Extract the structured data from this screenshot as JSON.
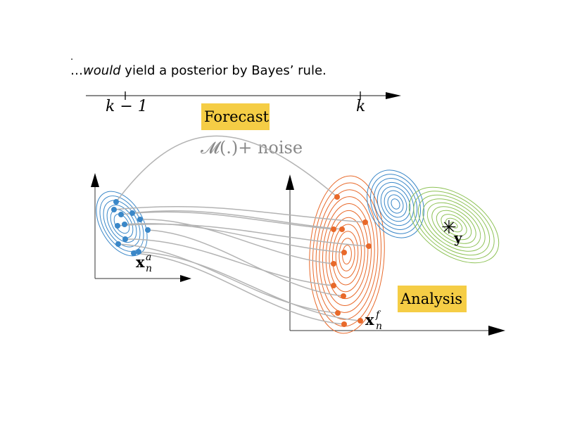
{
  "slide": {
    "marker": ".",
    "subtitle_lead": "…",
    "subtitle_em": "would",
    "subtitle_rest": " yield a posterior by Bayes’ rule."
  },
  "timeline": {
    "tick_left": "k − 1",
    "tick_right": "k"
  },
  "forecast": {
    "label": "Forecast",
    "operator": "𝓜(.)+ noise"
  },
  "analysis": {
    "label": "Analysis"
  },
  "labels": {
    "xa": "x",
    "xa_sup": "a",
    "xa_sub": "n",
    "xf": "x",
    "xf_sup": "f",
    "xf_sub": "n",
    "obs": "y",
    "obs_star": "✳"
  },
  "colors": {
    "analysis_ensemble": "#3a87c8",
    "forecast_ensemble": "#e8692a",
    "observation": "#8ec257",
    "label_box": "#f5cd45",
    "trajectory": "#b3b3b3",
    "operator_text": "#888888"
  }
}
